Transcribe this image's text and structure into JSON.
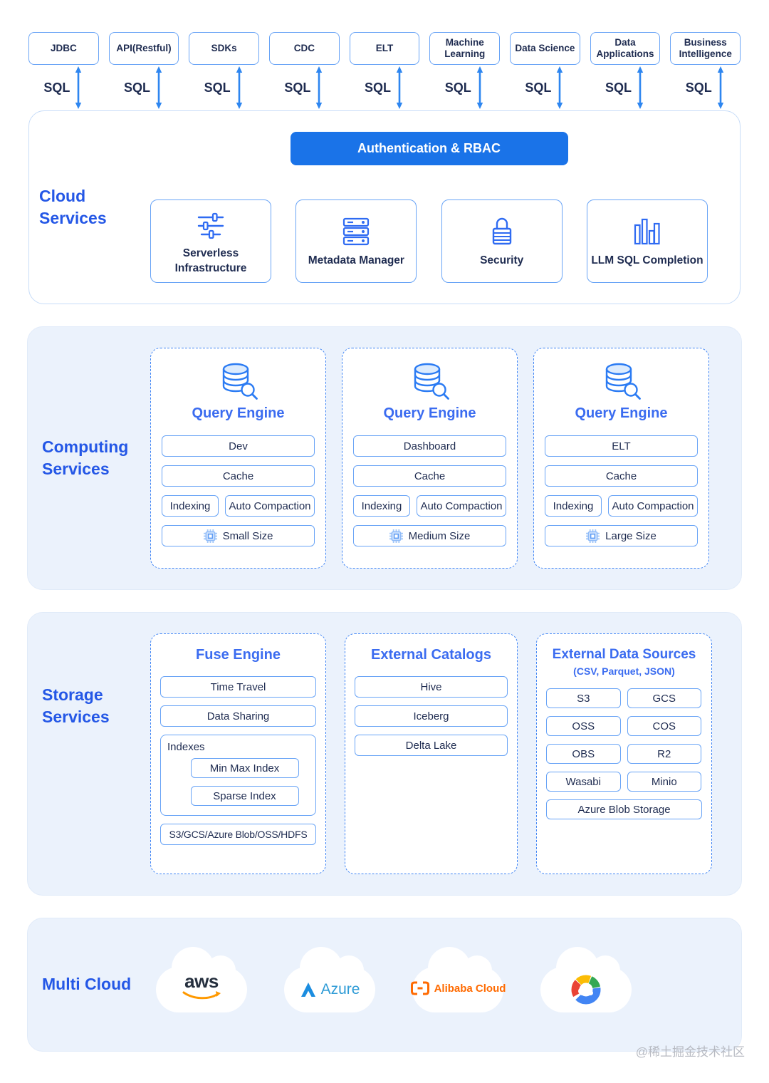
{
  "colors": {
    "accent_blue": "#2457e6",
    "title_blue": "#3b6cf0",
    "navy_text": "#1e2b50",
    "button_blue": "#1a73e8",
    "section_bg": "#ebf2fc",
    "box_border": "#69a4f6",
    "dashed_border": "#4085f5",
    "arrow_blue": "#2e86f0",
    "aws_orange": "#ff9900",
    "alibaba_orange": "#ff6a00",
    "azure_blue": "#2e9bd6"
  },
  "sql_label": "SQL",
  "clients": [
    {
      "label": "JDBC"
    },
    {
      "label": "API(Restful)"
    },
    {
      "label": "SDKs"
    },
    {
      "label": "CDC"
    },
    {
      "label": "ELT"
    },
    {
      "label": "Machine Learning"
    },
    {
      "label": "Data Science"
    },
    {
      "label": "Data Applications"
    },
    {
      "label": "Business Intelligence"
    }
  ],
  "cloud_services": {
    "title": "Cloud Services",
    "auth_banner": "Authentication & RBAC",
    "cards": [
      {
        "label": "Serverless Infrastructure",
        "icon": "sliders-icon"
      },
      {
        "label": "Metadata Manager",
        "icon": "server-stack-icon"
      },
      {
        "label": "Security",
        "icon": "lock-icon"
      },
      {
        "label": "LLM SQL Completion",
        "icon": "bar-chart-icon"
      }
    ]
  },
  "computing_services": {
    "title": "Computing Services",
    "engines": [
      {
        "title": "Query Engine",
        "workload": "Dev",
        "cache": "Cache",
        "indexing": "Indexing",
        "auto_compaction": "Auto Compaction",
        "size": "Small Size",
        "icon": "database-search-icon",
        "size_icon": "chip-icon"
      },
      {
        "title": "Query Engine",
        "workload": "Dashboard",
        "cache": "Cache",
        "indexing": "Indexing",
        "auto_compaction": "Auto Compaction",
        "size": "Medium Size",
        "icon": "database-search-icon",
        "size_icon": "chip-icon"
      },
      {
        "title": "Query Engine",
        "workload": "ELT",
        "cache": "Cache",
        "indexing": "Indexing",
        "auto_compaction": "Auto Compaction",
        "size": "Large Size",
        "icon": "database-search-icon",
        "size_icon": "chip-icon"
      }
    ]
  },
  "storage_services": {
    "title": "Storage Services",
    "fuse_engine": {
      "title": "Fuse Engine",
      "items": [
        "Time Travel",
        "Data Sharing"
      ],
      "indexes_label": "Indexes",
      "indexes": [
        "Min Max Index",
        "Sparse Index"
      ],
      "storage_targets": "S3/GCS/Azure Blob/OSS/HDFS"
    },
    "external_catalogs": {
      "title": "External Catalogs",
      "items": [
        "Hive",
        "Iceberg",
        "Delta Lake"
      ]
    },
    "external_data_sources": {
      "title": "External Data Sources",
      "subtitle": "(CSV, Parquet, JSON)",
      "grid": [
        "S3",
        "GCS",
        "OSS",
        "COS",
        "OBS",
        "R2",
        "Wasabi",
        "Minio"
      ],
      "full_width": "Azure Blob Storage"
    }
  },
  "multi_cloud": {
    "title": "Multi Cloud",
    "providers": [
      {
        "name": "AWS",
        "label": "aws"
      },
      {
        "name": "Microsoft Azure",
        "label": "Azure"
      },
      {
        "name": "Alibaba Cloud",
        "label": "Alibaba Cloud"
      },
      {
        "name": "Google Cloud",
        "label": ""
      }
    ]
  },
  "watermark": "@稀土掘金技术社区"
}
